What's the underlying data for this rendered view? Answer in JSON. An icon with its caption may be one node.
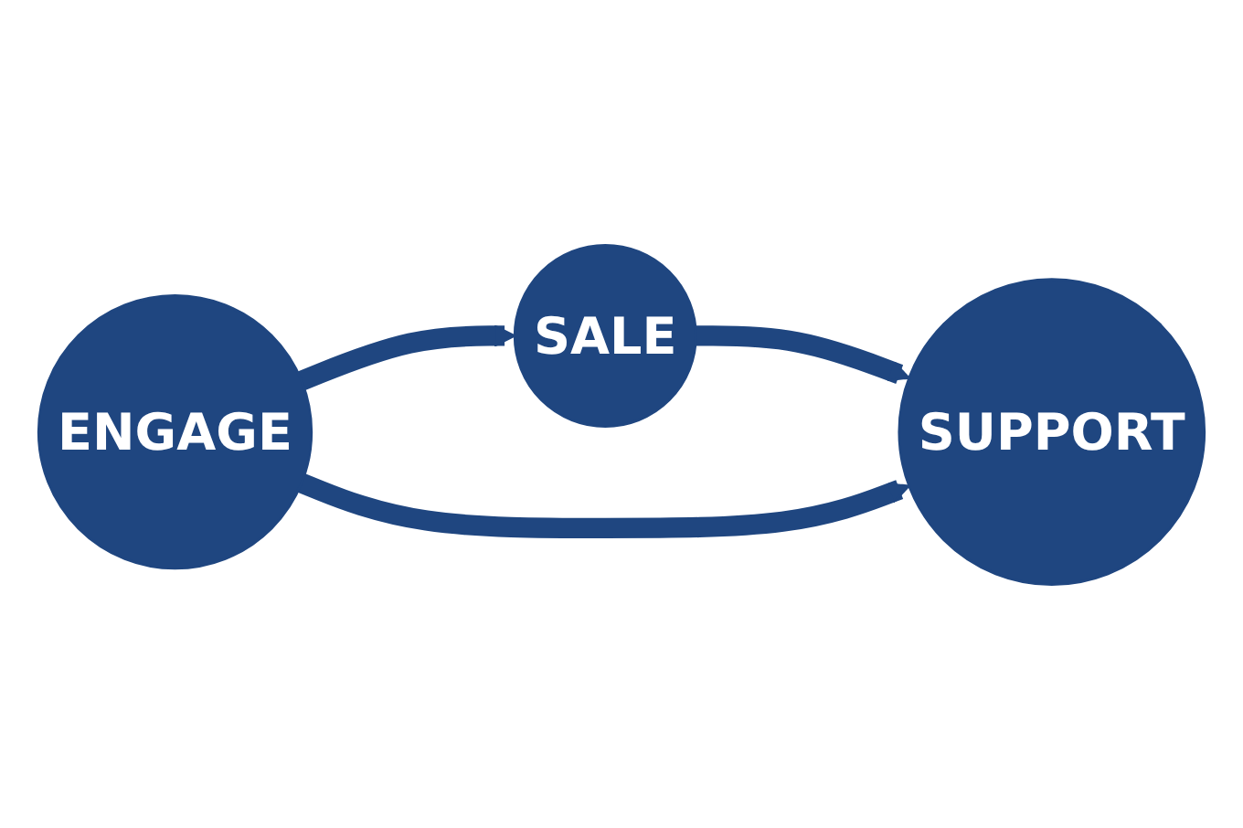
{
  "diagram": {
    "nodes": [
      {
        "text": [
          "ENGAGE"
        ]
      },
      {
        "text": [
          "SALE"
        ]
      },
      {
        "text": [
          "SUPPORT"
        ]
      }
    ],
    "edges": [
      {
        "from": 0,
        "to": 1,
        "arrow": "to"
      },
      {
        "from": 1,
        "to": 2,
        "arrow": "to"
      },
      {
        "from": 0,
        "to": 2,
        "arrow": "to"
      }
    ]
  }
}
